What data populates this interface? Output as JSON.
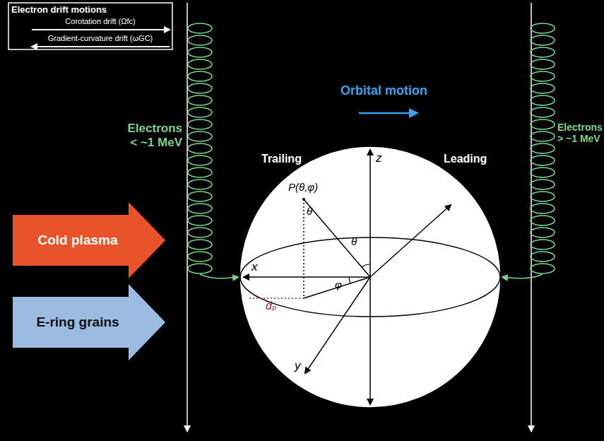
{
  "diagram": {
    "nodes": [
      {
        "text": [
          "Cold plasma"
        ]
      },
      {
        "text": [
          "E-ring grains"
        ]
      }
    ],
    "labels": [
      "Electron drift motions",
      "Orbital motion",
      "Electrons < ~1 MeV",
      "Trailing",
      "Leading",
      "Electrons > ~1 MeV",
      "z",
      "P(θ,φ)",
      "θ",
      "θ",
      "x",
      "φ",
      "dₚ",
      "y"
    ],
    "legend": [
      {
        "text": "Corotation drift (Ωfc)"
      },
      {
        "text": "Gradient-curvature drift (ωGC)"
      }
    ]
  }
}
